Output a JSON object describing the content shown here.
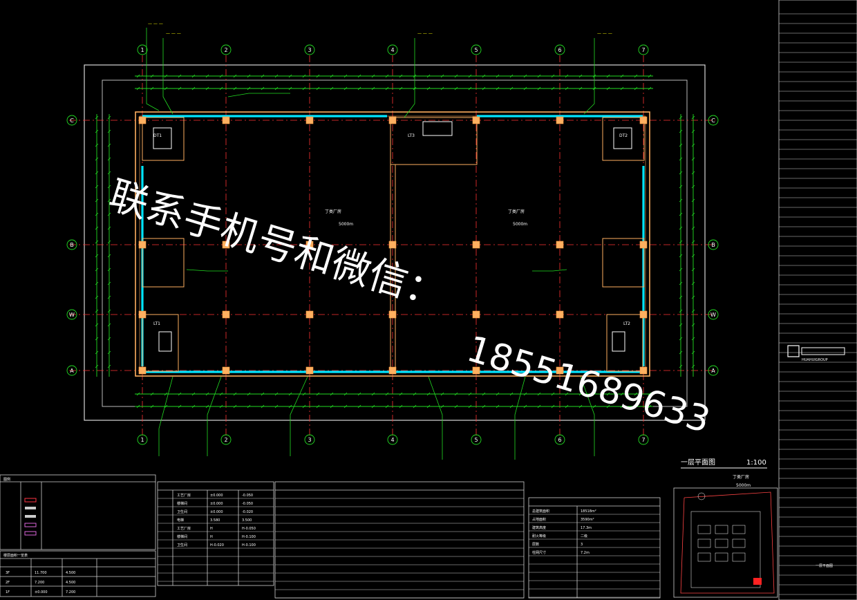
{
  "drawing": {
    "title": "一层平面图",
    "scale": "1:100",
    "note_line1": "丁类厂房",
    "note_line2": "5000m",
    "area_label_left": "丁类厂房",
    "area_label_right": "丁类厂房",
    "area_value": "5000m",
    "stair_lt1": "LT1",
    "stair_lt2": "LT2",
    "stair_lt3": "LT3",
    "elevator_left": "DT1",
    "elevator_right": "DT2"
  },
  "grid": {
    "columns": [
      "1",
      "2",
      "3",
      "4",
      "5",
      "6",
      "7"
    ],
    "rows": [
      "C",
      "B",
      "W",
      "A"
    ]
  },
  "watermark": {
    "line1": "联系手机号和微信：",
    "line2": "18551689633"
  },
  "title_block": {
    "company_en": "HUAHUIGROUP",
    "sheet_label": "一层平面图"
  },
  "tables": {
    "legend_title": "图例",
    "floor_table_title": "楼层面积一览表",
    "floor_rows": [
      {
        "floor": "3F",
        "h": "11.700",
        "v": "4.500"
      },
      {
        "floor": "2F",
        "h": "7.200",
        "v": "4.500"
      },
      {
        "floor": "1F",
        "h": "±0.000",
        "v": "7.200"
      }
    ],
    "elev_rows": [
      {
        "name": "工艺厂房",
        "a": "±0.000",
        "b": "-0.050"
      },
      {
        "name": "楼梯间",
        "a": "±0.000",
        "b": "-0.050"
      },
      {
        "name": "卫生间",
        "a": "±0.000",
        "b": "-0.020"
      },
      {
        "name": "电梯",
        "a": "3.580",
        "b": "3.500"
      },
      {
        "name": "工艺厂房",
        "a": "H",
        "b": "H-0.050"
      },
      {
        "name": "楼梯间",
        "a": "H",
        "b": "H-0.100"
      },
      {
        "name": "卫生间",
        "a": "H-0.020",
        "b": "H-0.100"
      }
    ],
    "tech_rows": [
      {
        "k": "总建筑面积",
        "v": "18518m²"
      },
      {
        "k": "占地面积",
        "v": "3590m²"
      },
      {
        "k": "建筑高度",
        "v": "17.3m"
      },
      {
        "k": "耐火等级",
        "v": "二级"
      },
      {
        "k": "层数",
        "v": "3"
      },
      {
        "k": "柱网尺寸",
        "v": "7.2m"
      }
    ]
  }
}
